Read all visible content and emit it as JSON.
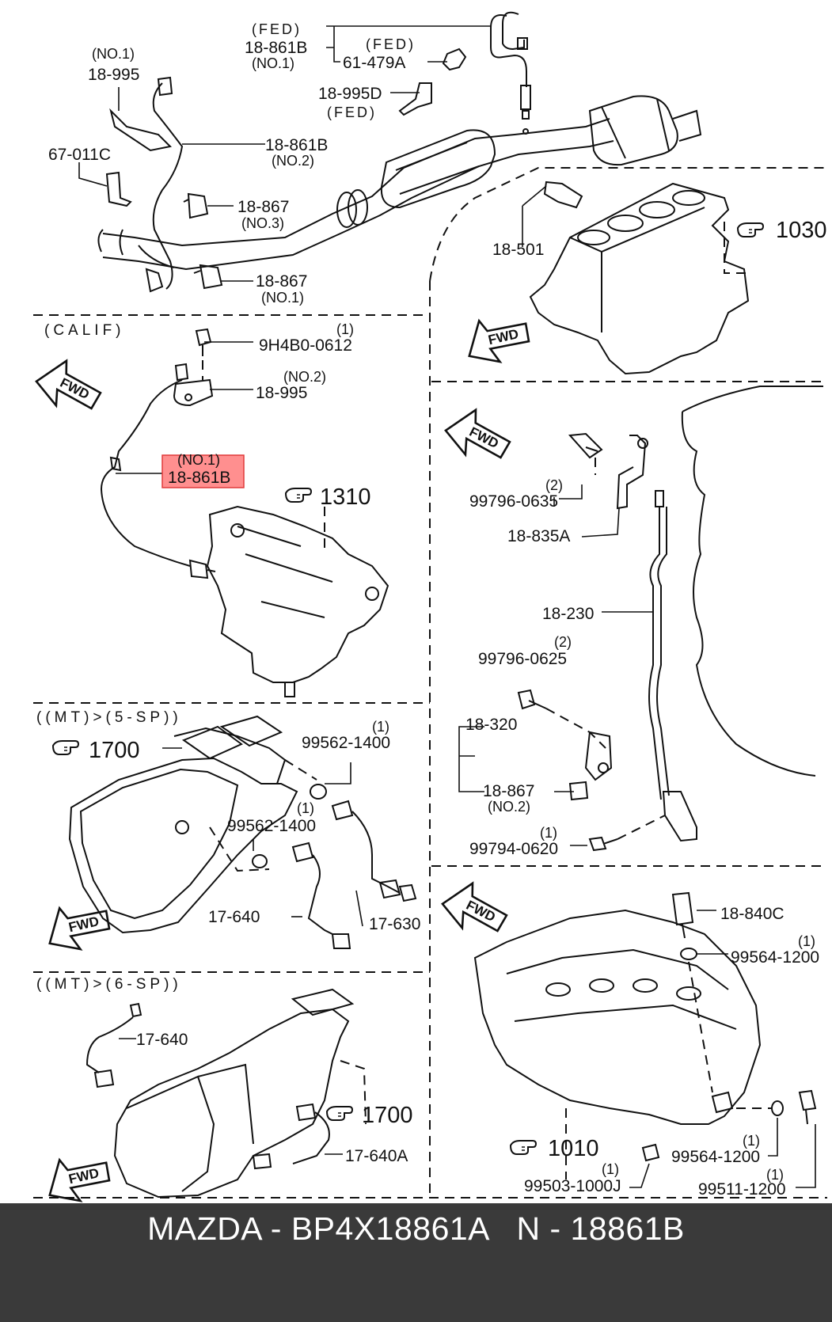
{
  "sections": {
    "calif": "(CALIF)",
    "mt5": "((MT)>(5-SP))",
    "mt6": "((MT)>(6-SP))"
  },
  "fwd": "FWD",
  "highlight": {
    "qty": "(NO.1)",
    "part": "18-861B",
    "color": "#ff7b7b"
  },
  "labels": {
    "fed1_q": "(FED)",
    "fed1_p": "18-861B",
    "fed1_n": "(NO.1)",
    "fed2_q": "(FED)",
    "fed2_p": "61-479A",
    "d995_p": "18-995D",
    "d995_q": "(FED)",
    "top995_q": "(NO.1)",
    "top995_p": "18-995",
    "c011": "67-011C",
    "no2_861_p": "18-861B",
    "no2_861_q": "(NO.2)",
    "e867a_p": "18-867",
    "e867a_q": "(NO.3)",
    "e867b_p": "18-867",
    "e867b_q": "(NO.1)",
    "s501": "18-501",
    "ref1030": "1030",
    "bolt_q": "(1)",
    "bolt_p": "9H4B0-0612",
    "mid995_q": "(NO.2)",
    "mid995_p": "18-995",
    "ref1310": "1310",
    "b0635_q": "(2)",
    "b0635_p": "99796-0635",
    "b835": "18-835A",
    "s230": "18-230",
    "b0625_q": "(2)",
    "b0625_p": "99796-0625",
    "s320": "18-320",
    "s867_p": "18-867",
    "s867_q": "(NO.2)",
    "b0620_q": "(1)",
    "b0620_p": "99794-0620",
    "ref1700a": "1700",
    "g1400a_q": "(1)",
    "g1400a_p": "99562-1400",
    "g1400b_q": "(1)",
    "g1400b_p": "99562-1400",
    "s640": "17-640",
    "s630": "17-630",
    "s640b": "17-640",
    "ref1700b": "1700",
    "s640a": "17-640A",
    "s840c": "18-840C",
    "g1200a_q": "(1)",
    "g1200a_p": "99564-1200",
    "ref1010": "1010",
    "g1200b_q": "(1)",
    "g1200b_p": "99564-1200",
    "p1000_q": "(1)",
    "p1000_p": "99503-1000J",
    "p1200_q": "(1)",
    "p1200_p": "99511-1200"
  },
  "footer": {
    "text": "MAZDA - BP4X18861A   N - 18861B"
  }
}
